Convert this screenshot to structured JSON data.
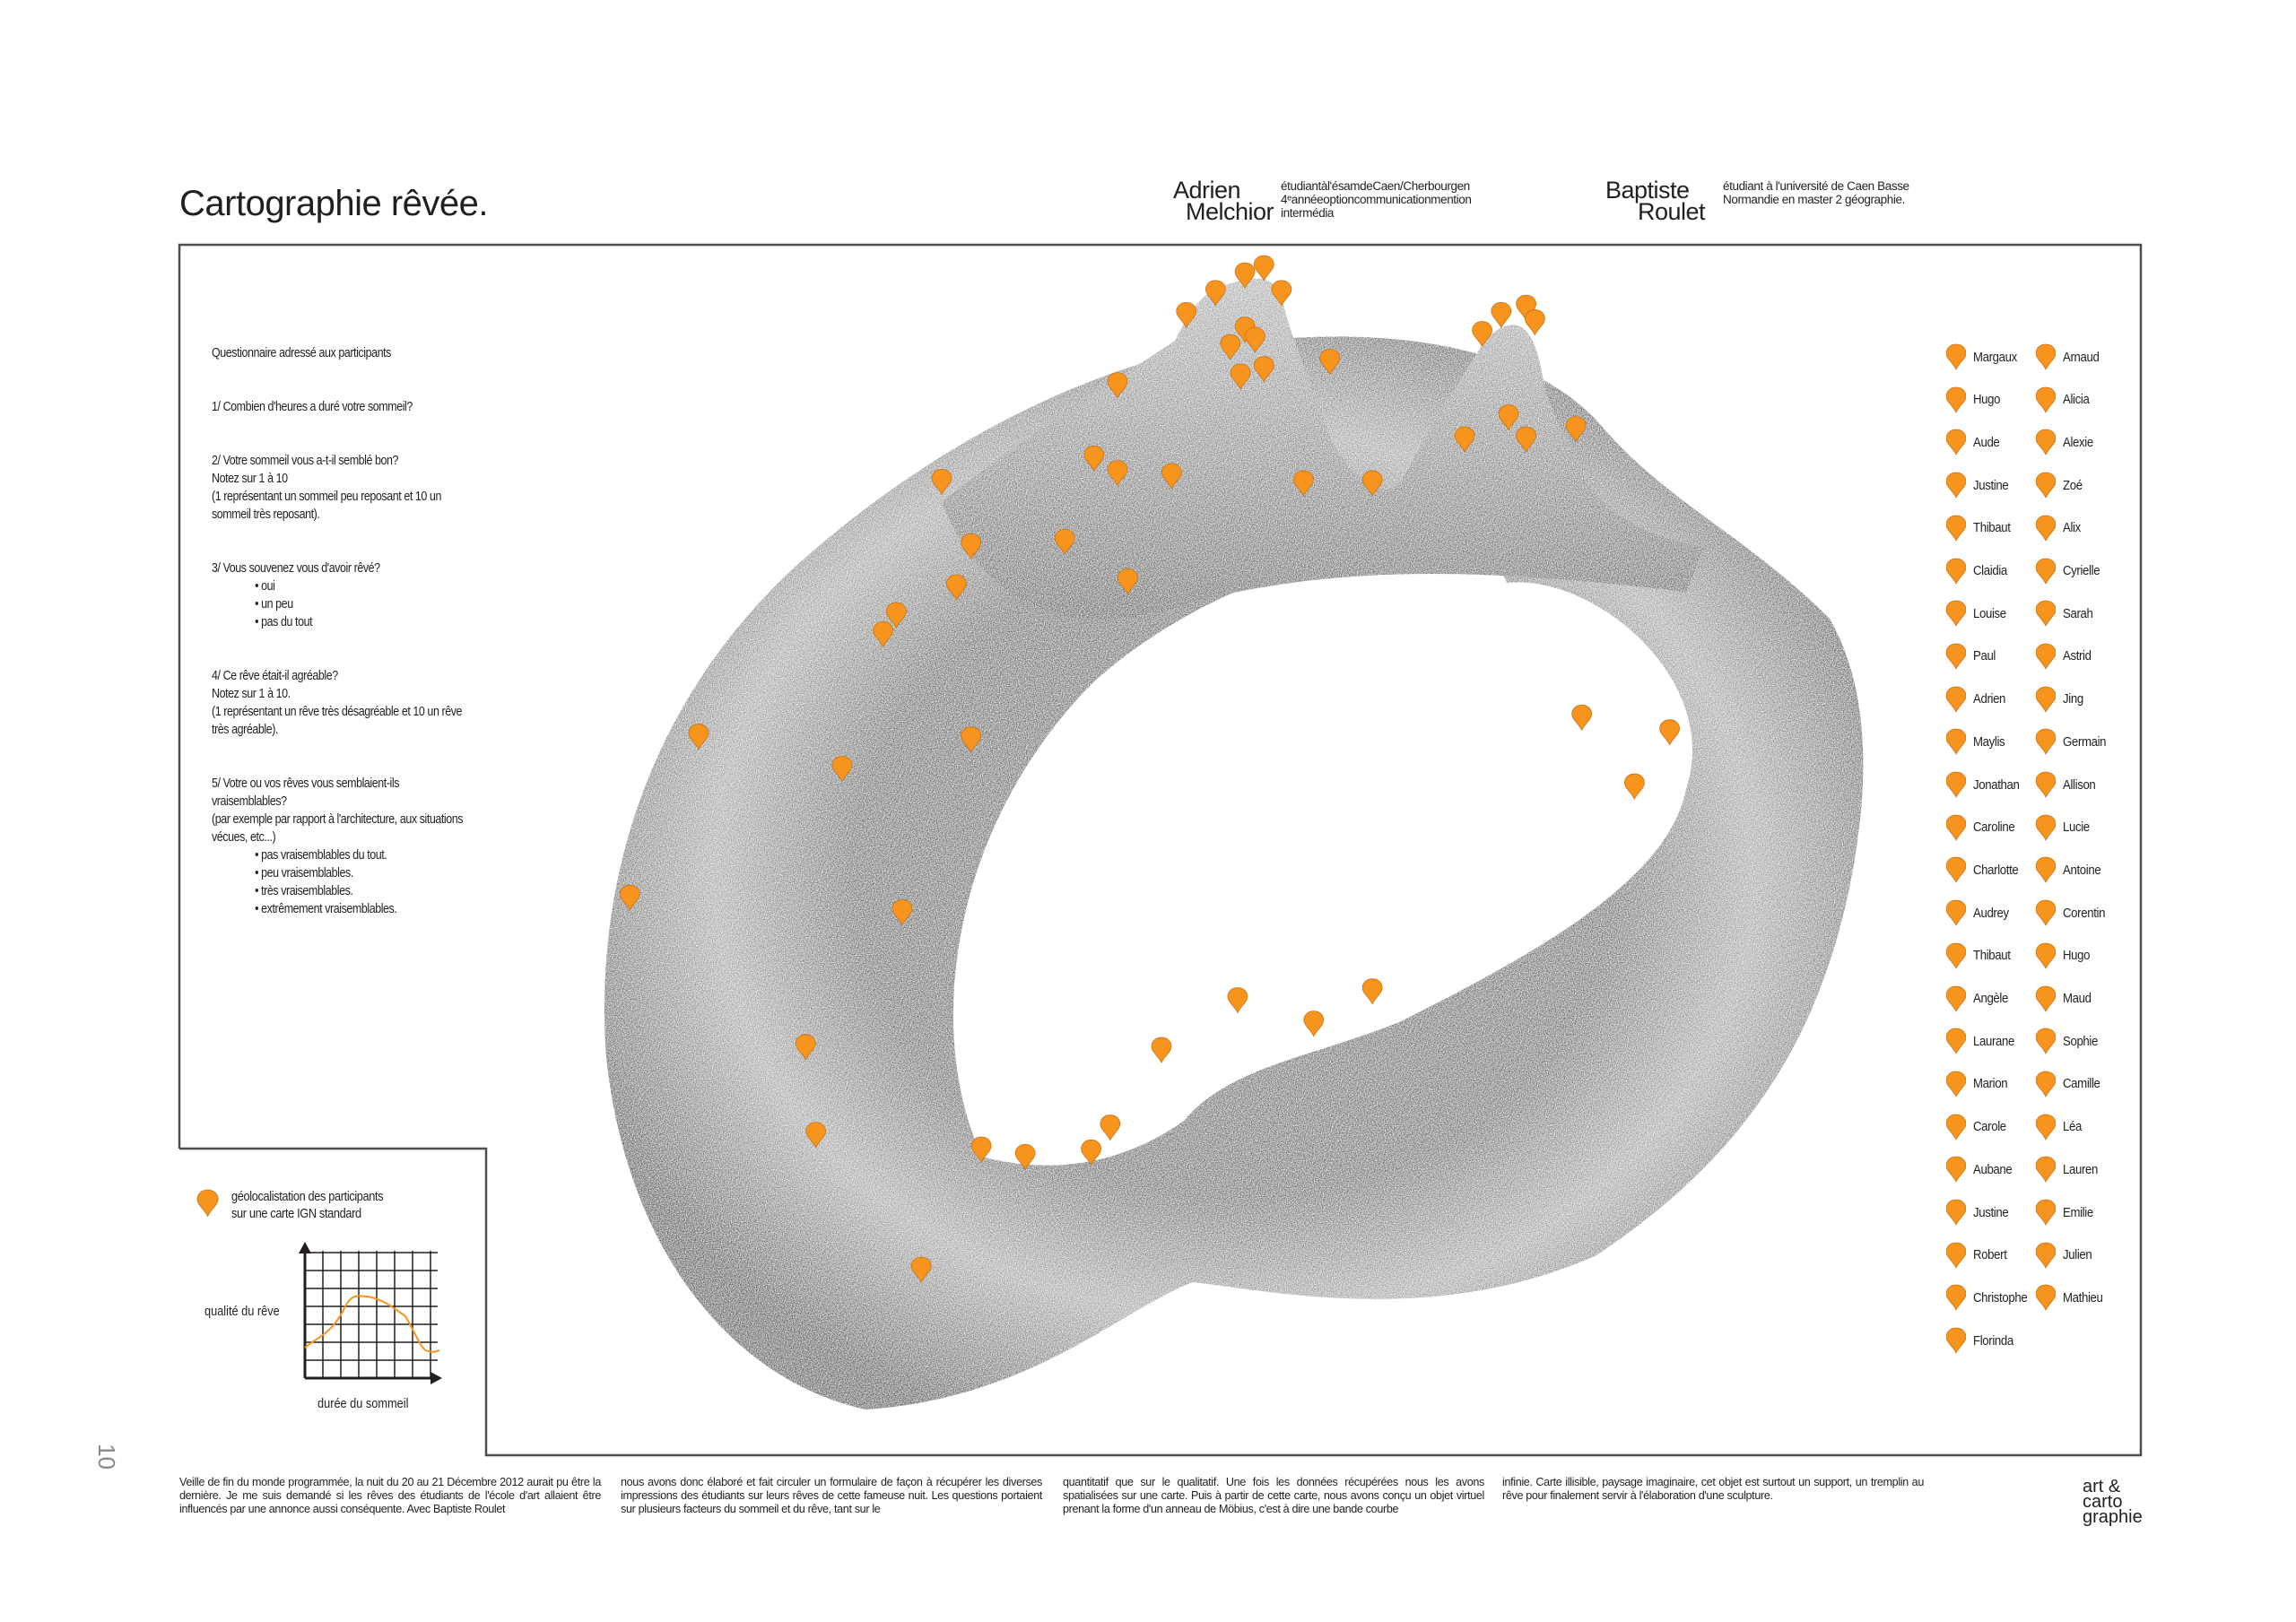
{
  "title": "Cartographie rêvée.",
  "authors": [
    {
      "name_line1": "Adrien",
      "name_line2": "Melchior",
      "description": "étudiantàl'ésamdeCaen/Cherbourgen 4ᵉannéeoptioncommunicationmention intermédia"
    },
    {
      "name_line1": "Baptiste",
      "name_line2": "Roulet",
      "description": "étudiant à l'université de Caen Basse Normandie en master 2 géographie."
    }
  ],
  "questionnaire": {
    "heading": "Questionnaire adressé aux participants",
    "q1": "1/  Combien d'heures a duré votre sommeil?",
    "q2": "2/  Votre sommeil vous a-t-il semblé bon?",
    "q2_note": "Notez sur 1 à 10",
    "q2_detail": "(1 représentant un sommeil peu reposant et 10 un sommeil très reposant).",
    "q3": "3/  Vous souvenez vous d'avoir rêvé?",
    "q3_options": [
      "oui",
      "un peu",
      "pas du tout"
    ],
    "q4": "4/  Ce rêve était-il agréable?",
    "q4_note": "Notez sur 1 à 10.",
    "q4_detail": "(1 représentant un rêve très désagréable et 10 un rêve très agréable).",
    "q5": "5/  Votre ou vos rêves vous semblaient-ils vraisemblables?",
    "q5_detail": "(par exemple par rapport à l'architecture, aux situations vécues, etc...)",
    "q5_options": [
      "pas vraisemblables du tout.",
      "peu vraisemblables.",
      "très vraisemblables.",
      "extrêmement vraisemblables."
    ]
  },
  "legend": {
    "pin_text_line1": "géolocalistation des participants",
    "pin_text_line2": "sur une carte IGN standard",
    "y_label": "qualité du rêve",
    "x_label": "durée du sommeil"
  },
  "participants_col1": [
    "Margaux",
    "Hugo",
    "Aude",
    "Justine",
    "Thibaut",
    "Claidia",
    "Louise",
    "Paul",
    "Adrien",
    "Maylis",
    "Jonathan",
    "Caroline",
    "Charlotte",
    "Audrey",
    "Thibaut",
    "Angèle",
    "Laurane",
    "Marion",
    "Carole",
    "Aubane",
    "Justine",
    "Robert",
    "Christophe",
    "Florinda"
  ],
  "participants_col2": [
    "Arnaud",
    "Alicia",
    "Alexie",
    "Zoé",
    "Alix",
    "Cyrielle",
    "Sarah",
    "Astrid",
    "Jing",
    "Germain",
    "Allison",
    "Lucie",
    "Antoine",
    "Corentin",
    "Hugo",
    "Maud",
    "Sophie",
    "Camille",
    "Léa",
    "Lauren",
    "Emilie",
    "Julien",
    "Mathieu"
  ],
  "body_text": [
    "Veille de fin du monde programmée, la nuit du 20 au 21 Décembre 2012 aurait pu être la dernière. Je me suis demandé si les rêves des étudiants de l'école d'art allaient être influencés par une annonce aussi conséquente. Avec Baptiste Roulet",
    "nous avons donc élaboré et fait circuler un formulaire de façon à récupérer les diverses impressions des étudiants sur leurs rêves de cette fameuse nuit. Les questions portaient sur plusieurs facteurs du sommeil et du rêve, tant sur le",
    "quantitatif que sur le qualitatif. Une fois les données récupérées nous les avons spatialisées sur une carte. Puis à partir de cette carte, nous avons conçu un objet virtuel prenant la forme d'un anneau de Möbius, c'est à dire une bande courbe",
    "infinie. Carte illisible, paysage imaginaire, cet objet est surtout un support, un tremplin au rêve pour finalement servir à l'élaboration d'une sculpture."
  ],
  "page_number": "10",
  "logo": {
    "line1": "art &",
    "line2": "carto",
    "line3": "graphie"
  },
  "colors": {
    "pin": "#f7941d",
    "pin_stroke": "#c8741a",
    "frame": "#4d4d4d",
    "text": "#231f20"
  }
}
